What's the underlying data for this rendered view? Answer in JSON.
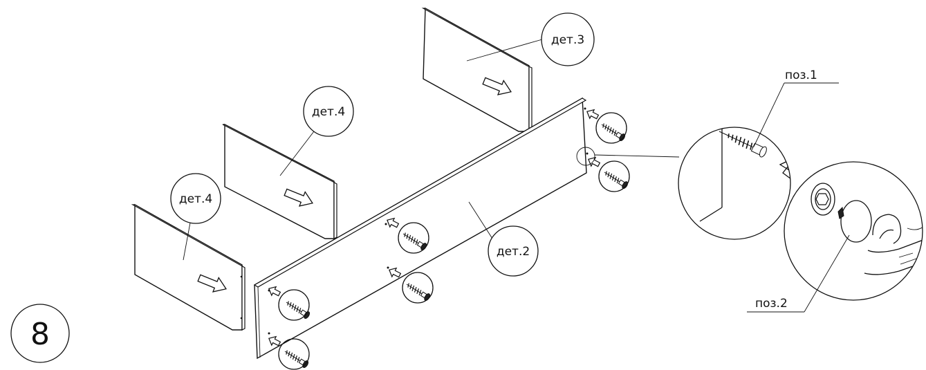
{
  "step_number": "8",
  "parts": {
    "part2": "дет.2",
    "part3": "дет.3",
    "part4_back": "дет.4",
    "part4_front": "дет.4"
  },
  "positions": {
    "pos1": "поз.1",
    "pos2": "поз.2"
  },
  "icons": [
    "arrow-icon",
    "confirmat-screw-icon",
    "hex-key-icon",
    "screw-cap-icon",
    "hand-icon",
    "detail-magnifier-icon"
  ]
}
